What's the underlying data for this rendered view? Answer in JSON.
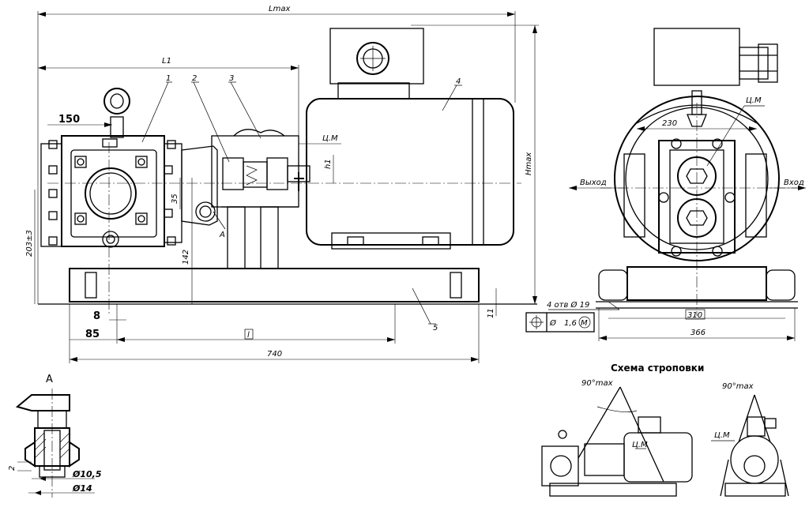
{
  "labels": {
    "lmax": "Lmax",
    "l1": "L1",
    "hmax": "Hmax",
    "h1": "h1",
    "cm_main": "Ц.М",
    "cm_side": "Ц.М",
    "cm_sling1": "Ц.М",
    "cm_sling2": "Ц.М",
    "dim_150": "150",
    "dim_35": "35",
    "dim_142": "142",
    "dim_203": "203±3",
    "dim_8": "8",
    "dim_85": "85",
    "dim_l": "l",
    "dim_740": "740",
    "dim_11": "11",
    "dim_230": "230",
    "dim_310": "310",
    "dim_366": "366",
    "holes": "4 отв Ø 19",
    "tol_phi": "Ø",
    "tol_val": "1,6",
    "tol_m": "M",
    "out_label": "Выход",
    "in_label": "Вход",
    "view_a_mark": "A",
    "view_a_title": "A",
    "dia_105": "Ø10,5",
    "dia_14": "Ø14",
    "dim_2": "2",
    "sling_title": "Схема строповки",
    "angle1": "90°max",
    "angle2": "90°max"
  },
  "parts": {
    "p1": "1",
    "p2": "2",
    "p3": "3",
    "p4": "4",
    "p5": "5"
  }
}
